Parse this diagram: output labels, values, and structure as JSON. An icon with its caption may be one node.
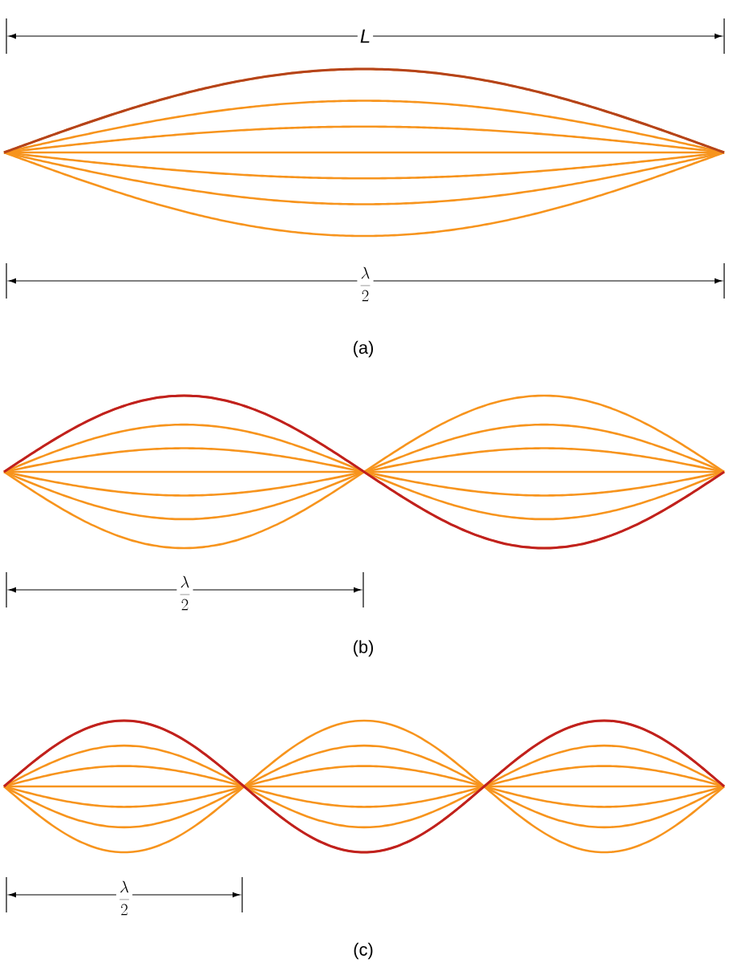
{
  "diagram": {
    "labels": [
      "L",
      "\\frac{\\lambda}{2}",
      "(a)",
      "\\frac{\\lambda}{2}",
      "(b)",
      "\\frac{\\lambda}{2}",
      "(c)"
    ]
  }
}
